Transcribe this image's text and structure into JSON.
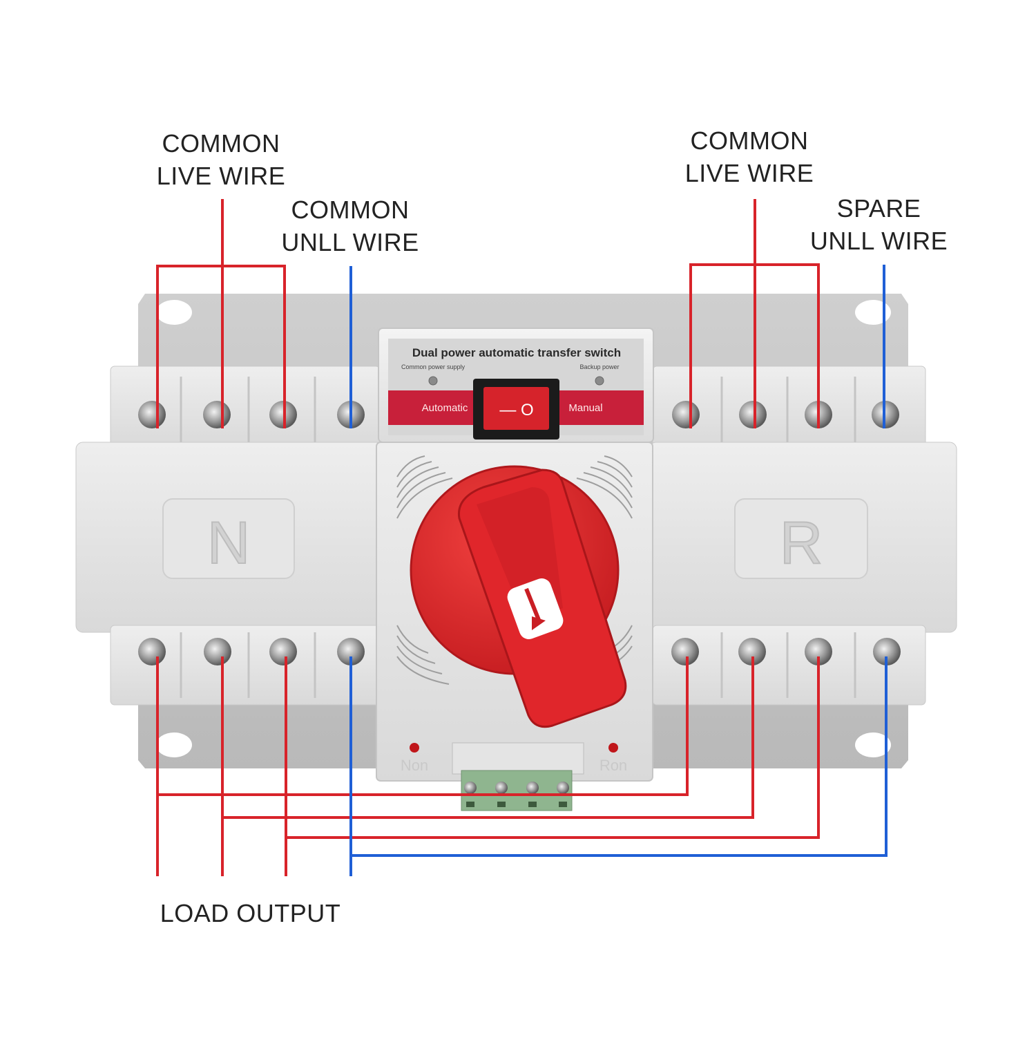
{
  "callouts": {
    "left_live": {
      "line1": "COMMON",
      "line2": "LIVE WIRE"
    },
    "left_null": {
      "line1": "COMMON",
      "line2": "UNLL WIRE"
    },
    "right_live": {
      "line1": "COMMON",
      "line2": "LIVE WIRE"
    },
    "right_null": {
      "line1": "SPARE",
      "line2": "UNLL WIRE"
    },
    "load": "LOAD OUTPUT"
  },
  "device": {
    "title": "Dual power automatic transfer switch",
    "common_power_label": "Common power supply",
    "backup_power_label": "Backup power",
    "automatic_label": "Automatic",
    "manual_label": "Manual",
    "rocker_symbols": "— O",
    "left_unit_letter": "N",
    "right_unit_letter": "R",
    "left_indicator": "Non",
    "right_indicator": "Ron"
  },
  "colors": {
    "live_wire": "#d8232a",
    "null_wire": "#1f5fd6",
    "housing": "#e3e3e3",
    "knob": "#e0262b",
    "panel_band": "#c8203a"
  }
}
